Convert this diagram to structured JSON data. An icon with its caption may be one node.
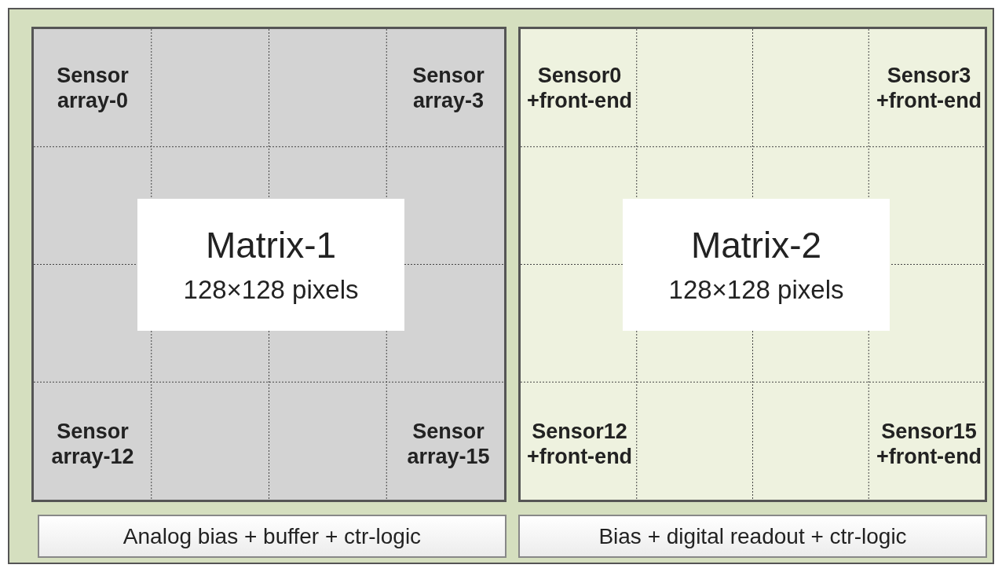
{
  "diagram": {
    "nodes": [
      {
        "text": [],
        "shape": "box"
      },
      {
        "text": [],
        "shape": "box",
        "in": 0
      },
      {
        "text": [
          "Sensor array-0"
        ],
        "in": 1
      },
      {
        "text": [
          "Sensor array-3"
        ],
        "in": 1
      },
      {
        "text": [
          "Matrix-1",
          "128×128 pixels"
        ],
        "in": 1
      },
      {
        "text": [
          "Sensor array-12"
        ],
        "in": 1
      },
      {
        "text": [
          "Sensor array-15"
        ],
        "in": 1
      },
      {
        "text": [],
        "shape": "box",
        "in": 0
      },
      {
        "text": [
          "Sensor0 +front-end"
        ],
        "in": 7
      },
      {
        "text": [
          "Sensor3 +front-end"
        ],
        "in": 7
      },
      {
        "text": [
          "Matrix-2",
          "128×128 pixels"
        ],
        "in": 7
      },
      {
        "text": [
          "Sensor12 +front-end"
        ],
        "in": 7
      },
      {
        "text": [
          "Sensor15 +front-end"
        ],
        "in": 7
      },
      {
        "text": [
          "Analog bias + buffer + ctr-logic"
        ],
        "in": 0
      },
      {
        "text": [
          "Bias + digital readout + ctr-logic"
        ],
        "in": 0
      }
    ],
    "edges": []
  }
}
